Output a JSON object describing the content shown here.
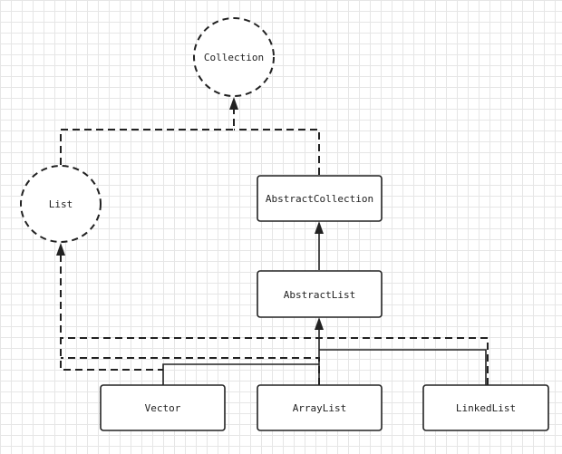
{
  "nodes": {
    "collection": "Collection",
    "list": "List",
    "abstract_collection": "AbstractCollection",
    "abstract_list": "AbstractList",
    "vector": "Vector",
    "array_list": "ArrayList",
    "linked_list": "LinkedList"
  },
  "edges": [
    {
      "from": "list",
      "to": "collection",
      "kind": "realization"
    },
    {
      "from": "abstract_collection",
      "to": "collection",
      "kind": "realization"
    },
    {
      "from": "abstract_list",
      "to": "abstract_collection",
      "kind": "generalization"
    },
    {
      "from": "vector",
      "to": "abstract_list",
      "kind": "generalization"
    },
    {
      "from": "array_list",
      "to": "abstract_list",
      "kind": "generalization"
    },
    {
      "from": "linked_list",
      "to": "abstract_list",
      "kind": "generalization"
    },
    {
      "from": "vector",
      "to": "list",
      "kind": "realization"
    },
    {
      "from": "array_list",
      "to": "list",
      "kind": "realization"
    },
    {
      "from": "linked_list",
      "to": "list",
      "kind": "realization"
    }
  ],
  "colors": {
    "line": "#222222",
    "grid": "#e6e6e6",
    "background": "#ffffff"
  }
}
